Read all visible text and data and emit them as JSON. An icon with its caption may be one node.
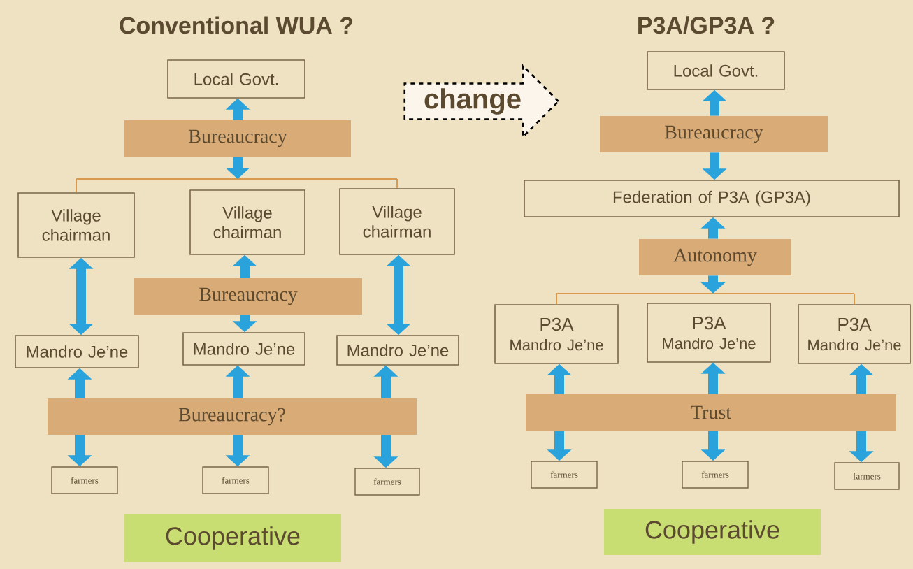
{
  "diagram": {
    "nodes": [
      {
        "text": [
          "Local Govt."
        ]
      },
      {
        "text": [
          "Bureaucracy"
        ]
      },
      {
        "text": [
          "Village chairman"
        ]
      },
      {
        "text": [
          "Village chairman"
        ]
      },
      {
        "text": [
          "Village chairman"
        ]
      },
      {
        "text": [
          "Bureaucracy"
        ]
      },
      {
        "text": [
          "Mandro Je’ne"
        ]
      },
      {
        "text": [
          "Mandro Je’ne"
        ]
      },
      {
        "text": [
          "Mandro Je’ne"
        ]
      },
      {
        "text": [
          "Bureaucracy?"
        ]
      },
      {
        "text": [
          "farmers"
        ]
      },
      {
        "text": [
          "farmers"
        ]
      },
      {
        "text": [
          "farmers"
        ]
      },
      {
        "text": [
          "Cooperative"
        ]
      },
      {
        "text": [
          "change"
        ]
      },
      {
        "text": [
          "Local Govt."
        ]
      },
      {
        "text": [
          "Bureaucracy"
        ]
      },
      {
        "text": [
          "Federation of P3A (GP3A)"
        ]
      },
      {
        "text": [
          "Autonomy"
        ]
      },
      {
        "text": [
          "P3A",
          "Mandro Je’ne"
        ]
      },
      {
        "text": [
          "P3A",
          "Mandro Je’ne"
        ]
      },
      {
        "text": [
          "P3A",
          "Mandro Je’ne"
        ]
      },
      {
        "text": [
          "Trust"
        ]
      },
      {
        "text": [
          "farmers"
        ]
      },
      {
        "text": [
          "farmers"
        ]
      },
      {
        "text": [
          "farmers"
        ]
      },
      {
        "text": [
          "Cooperative"
        ]
      },
      {
        "text": [],
        "shape": "bar"
      },
      {
        "text": [],
        "shape": "bar"
      }
    ],
    "edges": [
      {
        "from": 1,
        "to": 0,
        "arrow": "to"
      },
      {
        "from": 1,
        "to": 27,
        "arrow": "to"
      },
      {
        "from": 27,
        "to": 2,
        "arrow": "none",
        "color": "#d99a50"
      },
      {
        "from": 27,
        "to": 4,
        "arrow": "none",
        "color": "#d99a50"
      },
      {
        "from": 2,
        "to": 6,
        "arrow": "both"
      },
      {
        "from": 5,
        "to": 3,
        "arrow": "to"
      },
      {
        "from": 5,
        "to": 7,
        "arrow": "to"
      },
      {
        "from": 4,
        "to": 8,
        "arrow": "both"
      },
      {
        "from": 9,
        "to": 6,
        "arrow": "to"
      },
      {
        "from": 9,
        "to": 10,
        "arrow": "to"
      },
      {
        "from": 9,
        "to": 7,
        "arrow": "to"
      },
      {
        "from": 9,
        "to": 11,
        "arrow": "to"
      },
      {
        "from": 9,
        "to": 8,
        "arrow": "to"
      },
      {
        "from": 9,
        "to": 12,
        "arrow": "to"
      },
      {
        "from": 16,
        "to": 15,
        "arrow": "to"
      },
      {
        "from": 16,
        "to": 17,
        "arrow": "to"
      },
      {
        "from": 18,
        "to": 17,
        "arrow": "to"
      },
      {
        "from": 18,
        "to": 28,
        "arrow": "to"
      },
      {
        "from": 28,
        "to": 19,
        "arrow": "none",
        "color": "#d99a50"
      },
      {
        "from": 28,
        "to": 21,
        "arrow": "none",
        "color": "#d99a50"
      },
      {
        "from": 22,
        "to": 19,
        "arrow": "to"
      },
      {
        "from": 22,
        "to": 23,
        "arrow": "to"
      },
      {
        "from": 22,
        "to": 20,
        "arrow": "to"
      },
      {
        "from": 22,
        "to": 24,
        "arrow": "to"
      },
      {
        "from": 22,
        "to": 21,
        "arrow": "to"
      },
      {
        "from": 22,
        "to": 25,
        "arrow": "to"
      }
    ],
    "labels": [
      "Conventional WUA ?",
      "P3A/GP3A ?"
    ]
  }
}
